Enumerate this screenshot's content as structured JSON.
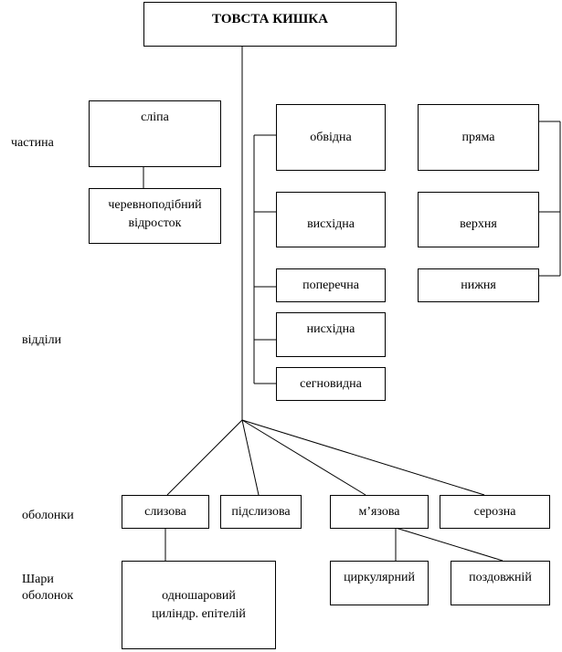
{
  "title": "ТОВСТА КИШКА",
  "row_labels": {
    "parts": "частина",
    "sections": "відділи",
    "membranes": "оболонки",
    "layers": "Шари\nоболонок"
  },
  "parts": {
    "cecum": "сліпа",
    "appendix": "черевноподібний відросток"
  },
  "colon": {
    "transverse_first": "обвідна",
    "ascending": "висхідна",
    "transverse": "поперечна",
    "descending": "нисхідна",
    "sigmoid": "сегновидна"
  },
  "rectum": {
    "main": "пряма",
    "upper": "верхня",
    "lower": "нижня"
  },
  "membranes": {
    "mucous": "слизова",
    "submucous": "підслизова",
    "muscular": "м’язова",
    "serous": "серозна"
  },
  "layers": {
    "epithelium": "одношаровий циліндр. епітелій",
    "circular": "циркулярний",
    "longitudinal": "поздовжній"
  }
}
